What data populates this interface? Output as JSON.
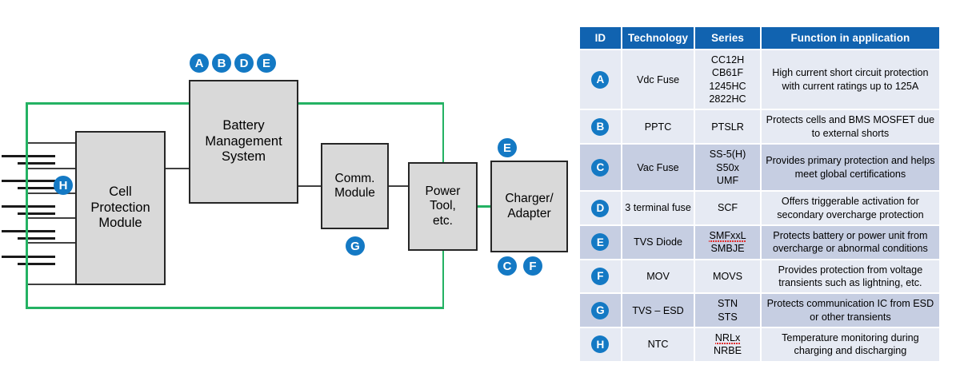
{
  "diagram": {
    "blocks": [
      {
        "id": "cell-protection-module",
        "label": "Cell\nProtection\nModule"
      },
      {
        "id": "battery-management-system",
        "label": "Battery\nManagement\nSystem"
      },
      {
        "id": "comm-module",
        "label": "Comm.\nModule"
      },
      {
        "id": "power-tool",
        "label": "Power\nTool,\netc."
      },
      {
        "id": "charger-adapter",
        "label": "Charger/\nAdapter"
      }
    ],
    "badges": {
      "bms_top": [
        "A",
        "B",
        "D",
        "E"
      ],
      "cells": "H",
      "comm": "G",
      "charger_top": "E",
      "charger_bottom": [
        "C",
        "F"
      ]
    },
    "colors": {
      "block_fill": "#d9d9d9",
      "block_stroke": "#262626",
      "power_path": "#24b263",
      "signal_wire": "#404040",
      "badge": "#1479c4"
    },
    "cell_count": 5
  },
  "table": {
    "headers": [
      "ID",
      "Technology",
      "Series",
      "Function in application"
    ],
    "header_color": "#1163b0",
    "row_colors": [
      "#e6eaf3",
      "#c6cee2"
    ],
    "rows": [
      {
        "id": "A",
        "technology": "Vdc Fuse",
        "series": "CC12H\nCB61F\n1245HC\n2822HC",
        "function": "High current short circuit protection with current ratings up to 125A"
      },
      {
        "id": "B",
        "technology": "PPTC",
        "series": "PTSLR",
        "function": "Protects cells and BMS MOSFET due to external shorts"
      },
      {
        "id": "C",
        "technology": "Vac Fuse",
        "series": "SS-5(H)\nS50x\nUMF",
        "function": "Provides primary protection and helps meet global certifications"
      },
      {
        "id": "D",
        "technology": "3 terminal fuse",
        "series": "SCF",
        "function": "Offers triggerable activation for secondary overcharge protection"
      },
      {
        "id": "E",
        "technology": "TVS Diode",
        "series_a": "SMFxxL",
        "series_b": "SMBJE",
        "function": "Protects battery or power unit from overcharge or abnormal conditions"
      },
      {
        "id": "F",
        "technology": "MOV",
        "series": "MOVS",
        "function": "Provides protection from voltage transients such as lightning, etc."
      },
      {
        "id": "G",
        "technology": "TVS – ESD",
        "series": "STN\nSTS",
        "function": "Protects communication IC from ESD or other transients"
      },
      {
        "id": "H",
        "technology": "NTC",
        "series_a": "NRLx",
        "series_b": "NRBE",
        "function": "Temperature monitoring during charging and discharging"
      }
    ]
  }
}
